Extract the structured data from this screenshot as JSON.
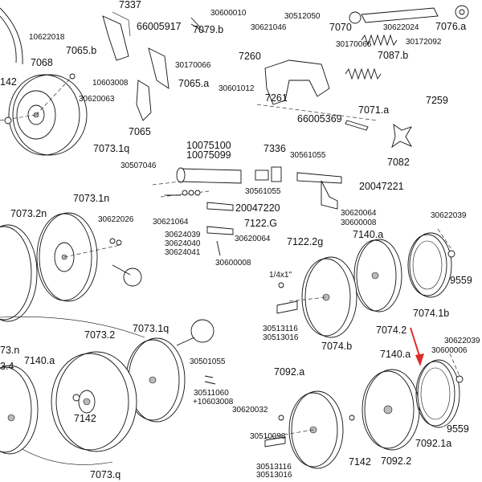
{
  "labels": [
    {
      "t": "7337"
    },
    {
      "t": "30600010"
    },
    {
      "t": "30512050"
    },
    {
      "t": "7070"
    },
    {
      "t": "30622024"
    },
    {
      "t": "7076.a"
    },
    {
      "t": "10622018"
    },
    {
      "t": "66005917"
    },
    {
      "t": "7079.b"
    },
    {
      "t": "30621046"
    },
    {
      "t": "30170066"
    },
    {
      "t": "7087.b"
    },
    {
      "t": "30172092"
    },
    {
      "t": "7065.b"
    },
    {
      "t": "7068"
    },
    {
      "t": "30170066"
    },
    {
      "t": "7260"
    },
    {
      "t": "142"
    },
    {
      "t": "10603008"
    },
    {
      "t": "7065.a"
    },
    {
      "t": "30601012"
    },
    {
      "t": "7261"
    },
    {
      "t": "7259"
    },
    {
      "t": "30620063"
    },
    {
      "t": "7071.a"
    },
    {
      "t": "66005369"
    },
    {
      "t": "7065"
    },
    {
      "t": "7073.1q"
    },
    {
      "t": "7082"
    },
    {
      "t": "10075100"
    },
    {
      "t": "10075099"
    },
    {
      "t": "7336"
    },
    {
      "t": "30561055"
    },
    {
      "t": "30507046"
    },
    {
      "t": "20047221"
    },
    {
      "t": "30561055"
    },
    {
      "t": "7073.1n"
    },
    {
      "t": "20047220"
    },
    {
      "t": "7073.2n"
    },
    {
      "t": "30620064"
    },
    {
      "t": "30622039"
    },
    {
      "t": "30622026"
    },
    {
      "t": "30621064"
    },
    {
      "t": "7122.G"
    },
    {
      "t": "30600008"
    },
    {
      "t": "30624039"
    },
    {
      "t": "30624040"
    },
    {
      "t": "30624041"
    },
    {
      "t": "30620064"
    },
    {
      "t": "7140.a"
    },
    {
      "t": "7122.2g"
    },
    {
      "t": "30600008"
    },
    {
      "t": "9559"
    },
    {
      "t": "1/4x1\""
    },
    {
      "t": "7074.1b"
    },
    {
      "t": "7073.2"
    },
    {
      "t": "7073.1q"
    },
    {
      "t": "30513116"
    },
    {
      "t": "30513016"
    },
    {
      "t": "7074.2"
    },
    {
      "t": "7074.b"
    },
    {
      "t": "30622039"
    },
    {
      "t": "73.n"
    },
    {
      "t": "30600006"
    },
    {
      "t": "7140.a"
    },
    {
      "t": "7140.a"
    },
    {
      "t": "30501055"
    },
    {
      "t": "3.4"
    },
    {
      "t": "7092.a"
    },
    {
      "t": "30511060"
    },
    {
      "t": "+10603008"
    },
    {
      "t": "7142"
    },
    {
      "t": "30620032"
    },
    {
      "t": "9559"
    },
    {
      "t": "30510098"
    },
    {
      "t": "7092.1a"
    },
    {
      "t": "7142"
    },
    {
      "t": "7092.2"
    },
    {
      "t": "30513116"
    },
    {
      "t": "30513016"
    },
    {
      "t": "7073.q"
    }
  ],
  "accent": {
    "arrow": "#e02a2a",
    "ink": "#111111"
  }
}
